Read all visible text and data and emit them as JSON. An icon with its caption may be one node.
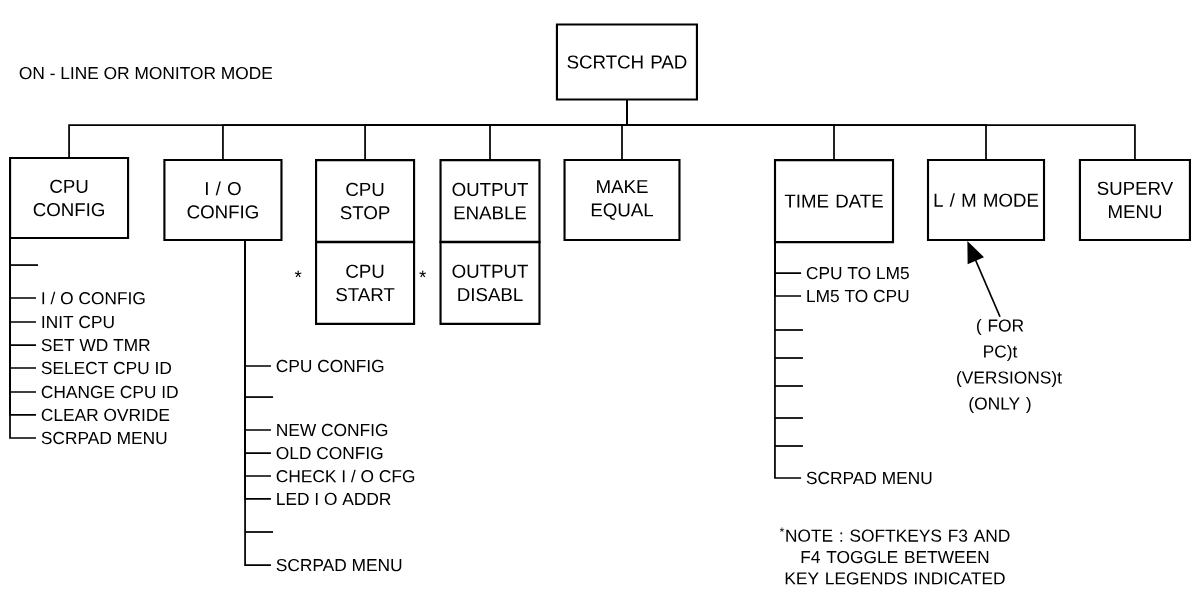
{
  "diagram": {
    "title": "ON - LINE OR MONITOR MODE",
    "nodes": [
      {
        "text": [
          "SCRTCH PAD"
        ]
      },
      {
        "text": [
          "CPU CONFIG"
        ]
      },
      {
        "text": [
          "I / O CONFIG"
        ]
      },
      {
        "text": [
          "CPU STOP"
        ]
      },
      {
        "text": [
          "CPU START"
        ],
        "beside": [
          "*"
        ]
      },
      {
        "text": [
          "OUTPUT ENABLE"
        ]
      },
      {
        "text": [
          "OUTPUT DISABL"
        ],
        "beside": [
          "*"
        ]
      },
      {
        "text": [
          "MAKE EQUAL"
        ]
      },
      {
        "text": [
          "TIME DATE"
        ]
      },
      {
        "text": [
          "L / M MODE"
        ]
      },
      {
        "text": [
          "SUPERV MENU"
        ]
      },
      {
        "text": [
          "I / O CONFIG"
        ]
      },
      {
        "text": [
          "INIT CPU"
        ]
      },
      {
        "text": [
          "SET WD TMR"
        ]
      },
      {
        "text": [
          "SELECT CPU ID"
        ]
      },
      {
        "text": [
          "CHANGE CPU ID"
        ]
      },
      {
        "text": [
          "CLEAR OVRIDE"
        ]
      },
      {
        "text": [
          "SCRPAD MENU"
        ]
      },
      {
        "text": [
          "CPU CONFIG"
        ]
      },
      {
        "text": [
          "NEW CONFIG"
        ]
      },
      {
        "text": [
          "OLD CONFIG"
        ]
      },
      {
        "text": [
          "CHECK  I / O CFG"
        ]
      },
      {
        "text": [
          "LED  I O ADDR"
        ]
      },
      {
        "text": [
          "SCRPAD  MENU"
        ]
      },
      {
        "text": [
          "CPU TO LM5"
        ]
      },
      {
        "text": [
          "LM5 TO CPU"
        ]
      },
      {
        "text": [
          "SCRPAD MENU"
        ]
      },
      {
        "text": [
          "( FOR PC)t (VERSIONS)t (ONLY )"
        ]
      }
    ],
    "edges": [
      {
        "from": 0,
        "to": 1,
        "arrow": "none"
      },
      {
        "from": 0,
        "to": 2,
        "arrow": "none"
      },
      {
        "from": 0,
        "to": 3,
        "arrow": "none"
      },
      {
        "from": 0,
        "to": 5,
        "arrow": "none"
      },
      {
        "from": 0,
        "to": 7,
        "arrow": "none"
      },
      {
        "from": 0,
        "to": 8,
        "arrow": "none"
      },
      {
        "from": 0,
        "to": 9,
        "arrow": "none"
      },
      {
        "from": 0,
        "to": 10,
        "arrow": "none"
      },
      {
        "from": 1,
        "to": 11,
        "arrow": "none"
      },
      {
        "from": 1,
        "to": 12,
        "arrow": "none"
      },
      {
        "from": 1,
        "to": 13,
        "arrow": "none"
      },
      {
        "from": 1,
        "to": 14,
        "arrow": "none"
      },
      {
        "from": 1,
        "to": 15,
        "arrow": "none"
      },
      {
        "from": 1,
        "to": 16,
        "arrow": "none"
      },
      {
        "from": 1,
        "to": 17,
        "arrow": "none"
      },
      {
        "from": 2,
        "to": 18,
        "arrow": "none"
      },
      {
        "from": 2,
        "to": 19,
        "arrow": "none"
      },
      {
        "from": 2,
        "to": 20,
        "arrow": "none"
      },
      {
        "from": 2,
        "to": 21,
        "arrow": "none"
      },
      {
        "from": 2,
        "to": 22,
        "arrow": "none"
      },
      {
        "from": 2,
        "to": 23,
        "arrow": "none"
      },
      {
        "from": 8,
        "to": 24,
        "arrow": "none"
      },
      {
        "from": 8,
        "to": 25,
        "arrow": "none"
      },
      {
        "from": 8,
        "to": 26,
        "arrow": "none"
      },
      {
        "from": 27,
        "to": 9,
        "arrow": "to"
      }
    ],
    "labels": [
      "$^{*}$NOTE :  SOFTKEYS F3 AND F4 TOGGLE BETWEEN KEY LEGENDS INDICATED"
    ]
  }
}
